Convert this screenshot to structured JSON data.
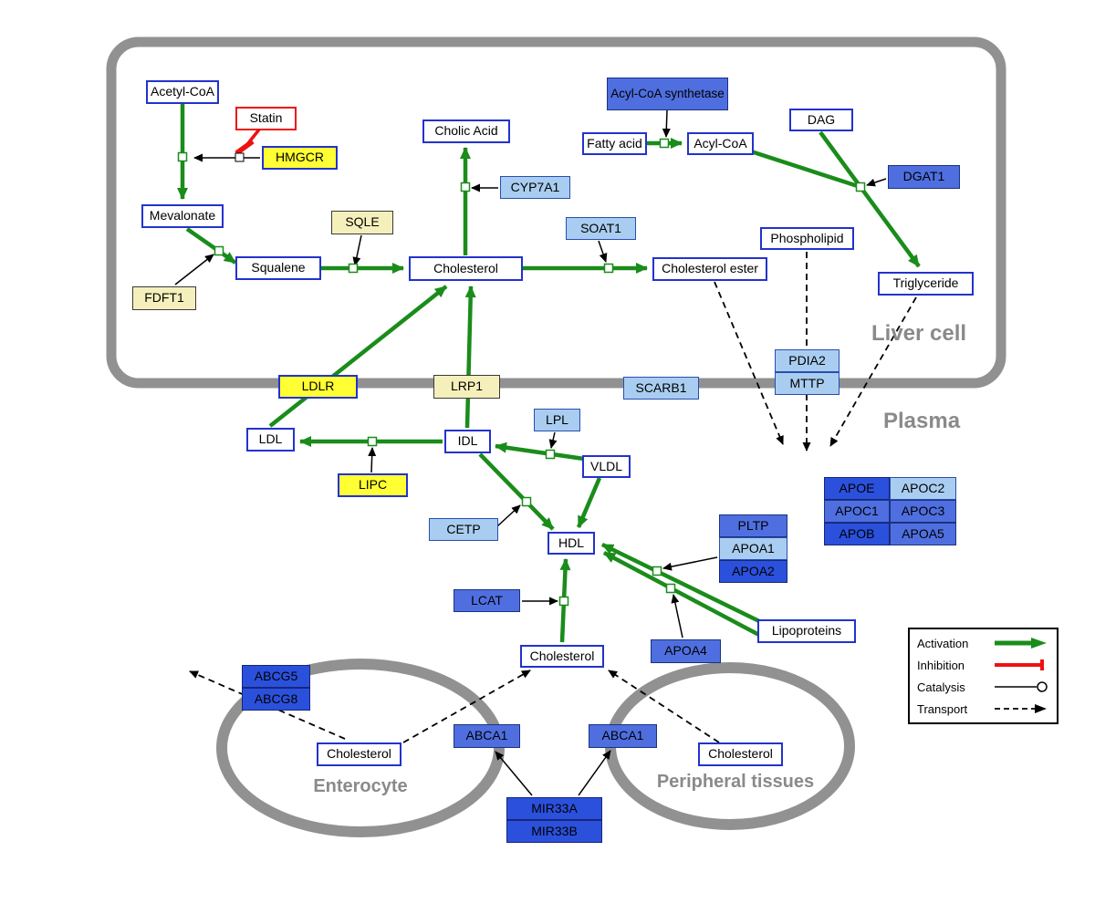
{
  "compartments": {
    "liver_cell": "Liver cell",
    "plasma": "Plasma",
    "enterocyte": "Enterocyte",
    "peripheral_tissues": "Peripheral tissues"
  },
  "nodes": {
    "acetyl_coa": "Acetyl-CoA",
    "statin": "Statin",
    "hmgcr": "HMGCR",
    "mevalonate": "Mevalonate",
    "fdft1": "FDFT1",
    "squalene": "Squalene",
    "sqle": "SQLE",
    "cholesterol": "Cholesterol",
    "cholic_acid": "Cholic Acid",
    "cyp7a1": "CYP7A1",
    "soat1": "SOAT1",
    "cholesterol_ester": "Cholesterol ester",
    "acyl_coa_synthetase": "Acyl-CoA synthetase",
    "fatty_acid": "Fatty acid",
    "acyl_coa": "Acyl-CoA",
    "dag": "DAG",
    "dgat1": "DGAT1",
    "phospholipid": "Phospholipid",
    "triglyceride": "Triglyceride",
    "pdia2": "PDIA2",
    "mttp": "MTTP",
    "ldlr": "LDLR",
    "lrp1": "LRP1",
    "scarb1": "SCARB1",
    "ldl": "LDL",
    "idl": "IDL",
    "lpl": "LPL",
    "vldl": "VLDL",
    "lipc": "LIPC",
    "cetp": "CETP",
    "hdl": "HDL",
    "pltp": "PLTP",
    "apoa1": "APOA1",
    "apoa2": "APOA2",
    "apoe": "APOE",
    "apoc2": "APOC2",
    "apoc1": "APOC1",
    "apoc3": "APOC3",
    "apob": "APOB",
    "apoa5": "APOA5",
    "lcat": "LCAT",
    "apoa4": "APOA4",
    "lipoproteins": "Lipoproteins",
    "abcg5": "ABCG5",
    "abcg8": "ABCG8",
    "abca1": "ABCA1",
    "mir33a": "MIR33A",
    "mir33b": "MIR33B"
  },
  "legend": {
    "activation": "Activation",
    "inhibition": "Inhibition",
    "catalysis": "Catalysis",
    "transport": "Transport"
  },
  "colors": {
    "activation_green": "#1a8c1a",
    "inhibition_red": "#ee1111",
    "metabolite_border_blue": "#2233cc",
    "gene_yellow": "#ffff33",
    "gene_pale_yellow": "#f5f0bb",
    "gene_light_blue": "#a9cdf0",
    "gene_medium_blue": "#4f6fe0",
    "gene_dark_blue": "#2b50dc",
    "membrane_gray": "#919191"
  }
}
